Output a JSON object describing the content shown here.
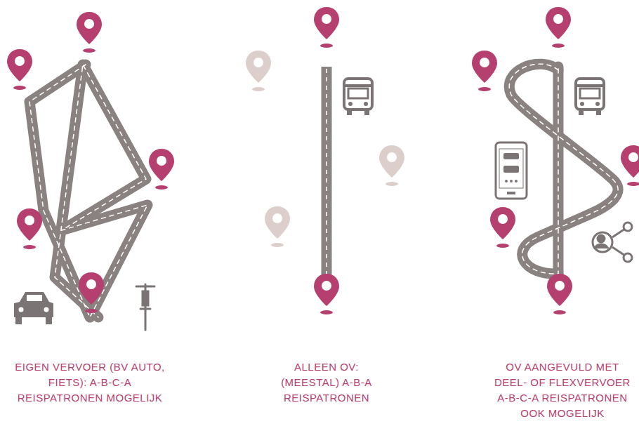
{
  "diagram": {
    "labels": [
      "EIGEN VERVOER (BV AUTO, FIETS): A-B-C-A REISPATRONEN MOGELIJK",
      "ALLEEN OV: (MEESTAL) A-B-A REISPATRONEN",
      "OV AANGEVULD MET DEEL- OF FLEXVERVOER A-B-C-A REISPATRONEN OOK MOGELIJK"
    ]
  }
}
